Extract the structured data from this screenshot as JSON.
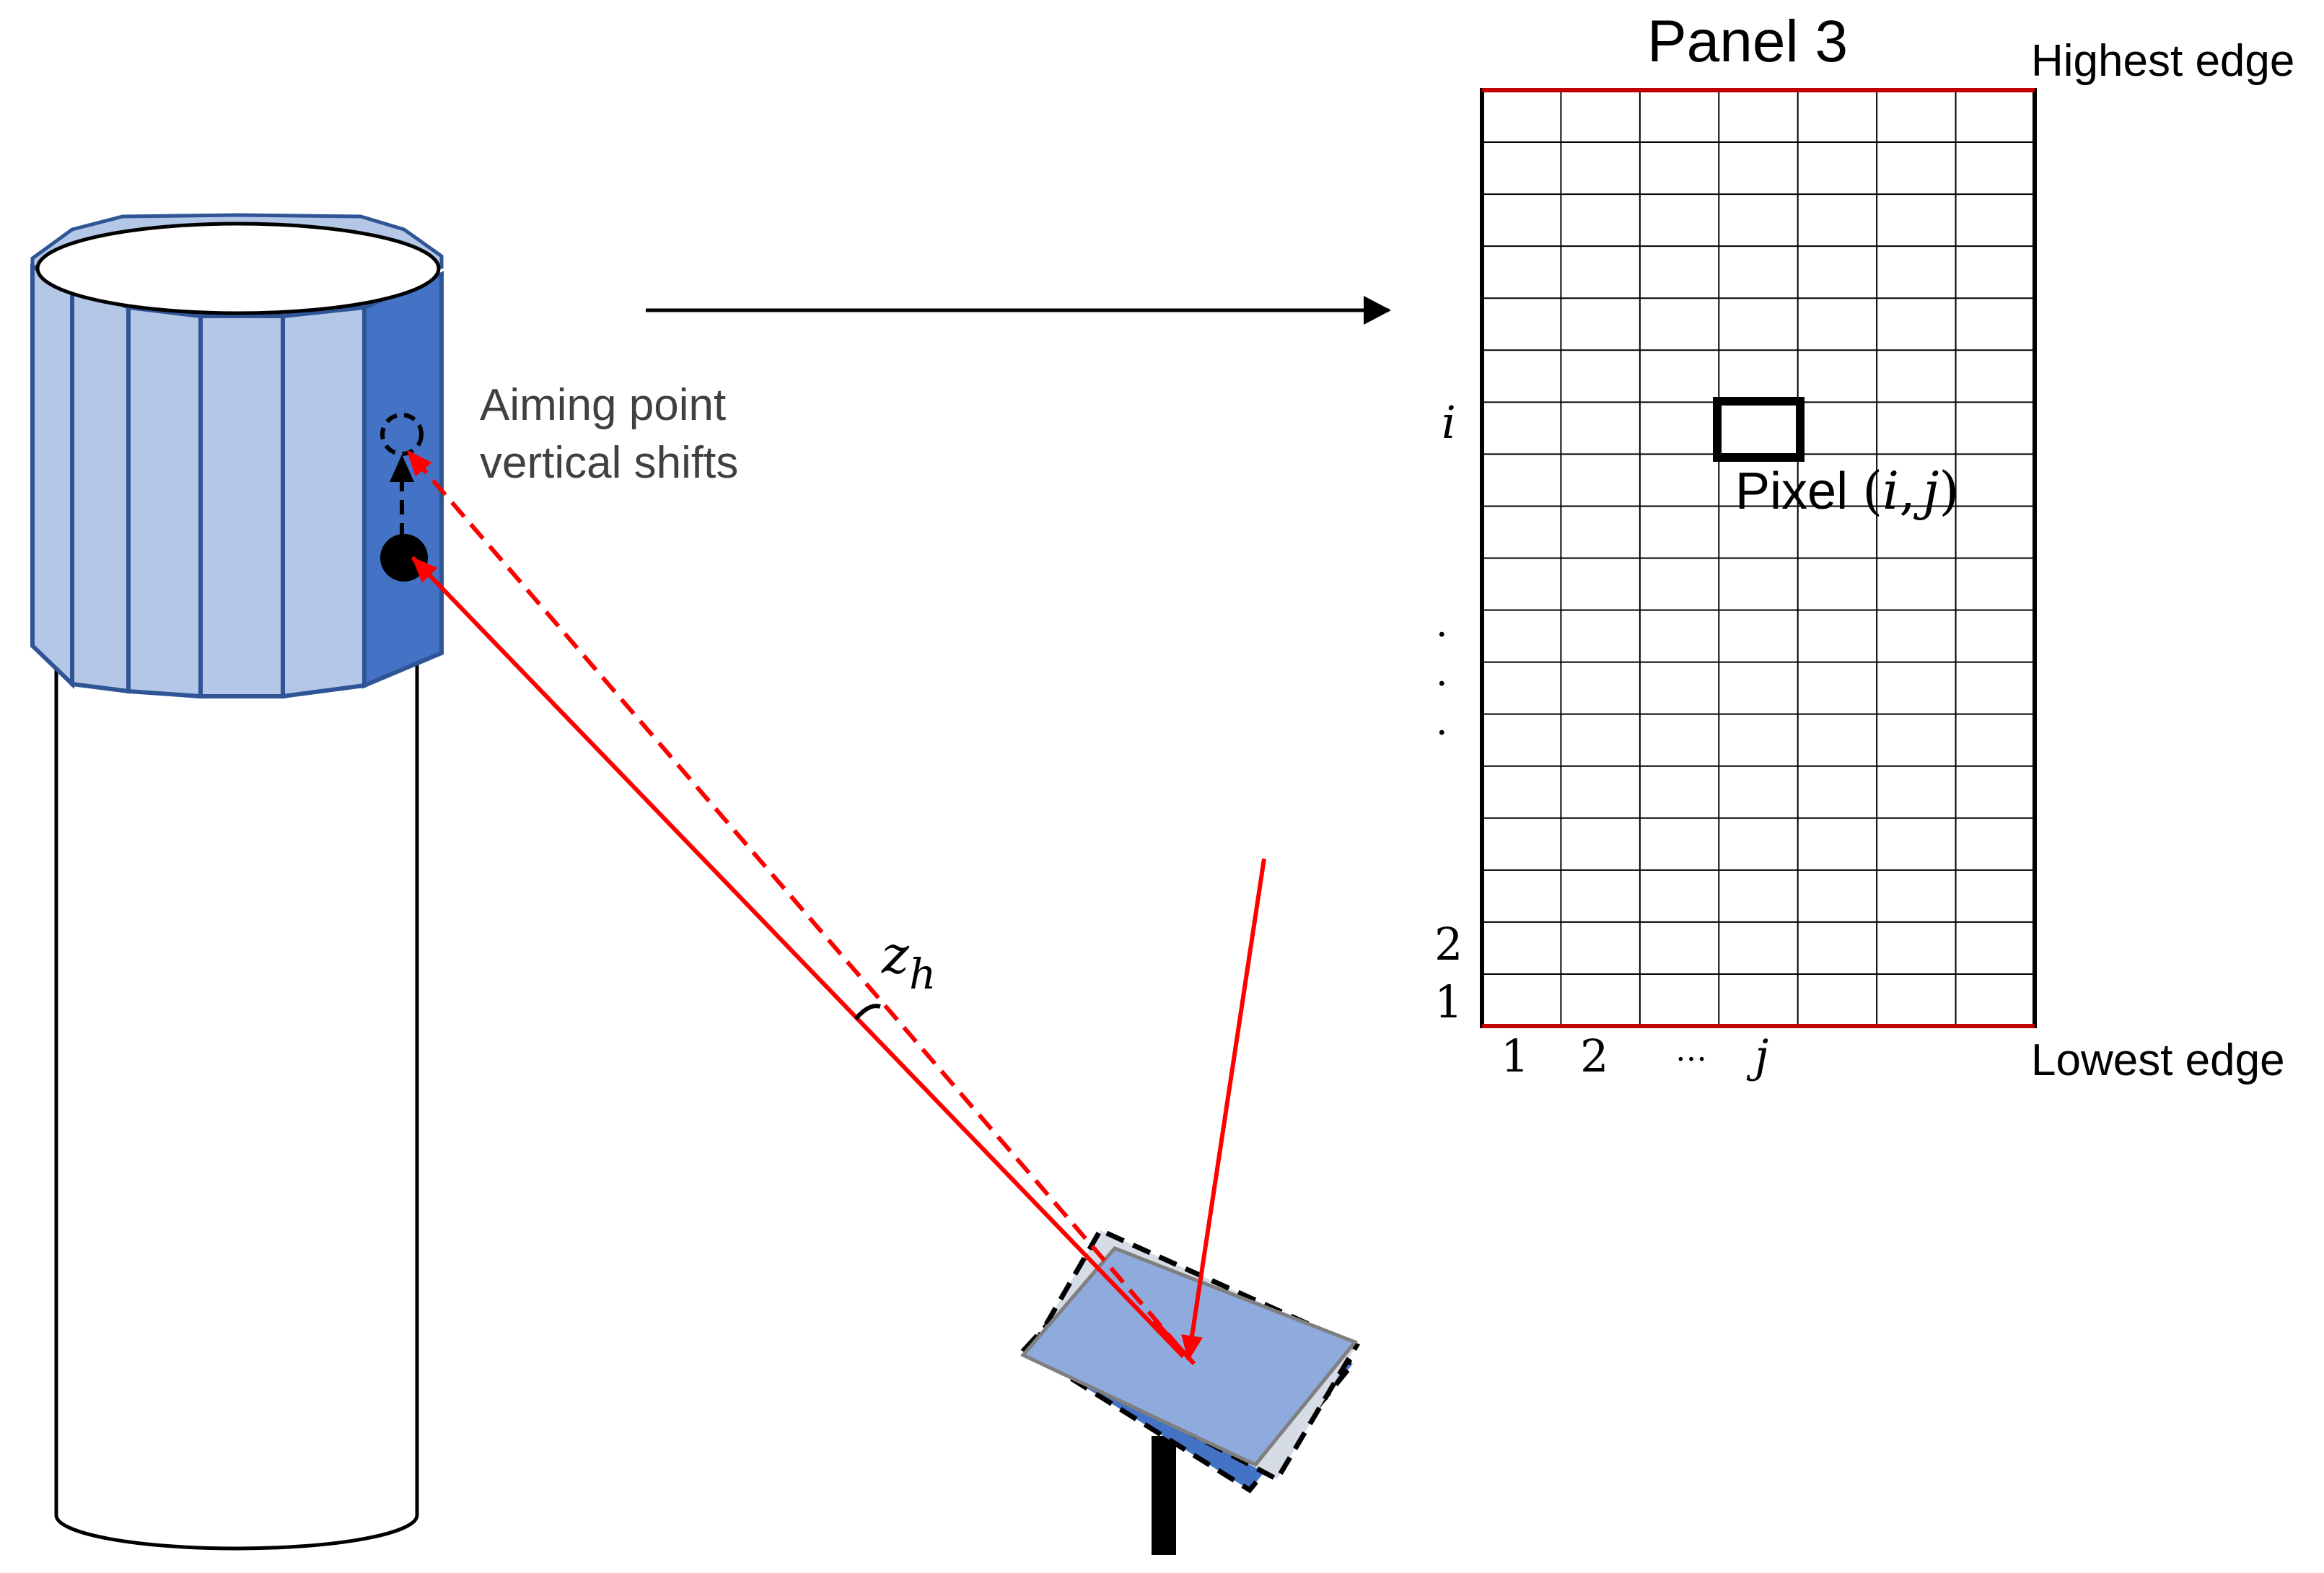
{
  "panel": {
    "title": "Panel 3",
    "highest_edge_label": "Highest edge",
    "lowest_edge_label": "Lowest edge",
    "rows": 18,
    "cols": 7,
    "row_labels": {
      "top": "i",
      "dots": ".",
      "second": "2",
      "first": "1"
    },
    "col_labels": {
      "first": "1",
      "second": "2",
      "ellipsis": "…",
      "last": "j"
    },
    "pixel_label": {
      "prefix": "Pixel ",
      "open": "(",
      "var_i": "i",
      "comma": ",",
      "var_j": "j",
      "close": ")"
    }
  },
  "receiver": {
    "annotation_line1": "Aiming point",
    "annotation_line2": "vertical shifts"
  },
  "angle": {
    "symbol": "z",
    "subscript": "h"
  },
  "colors": {
    "panel_light": "#b4c7e7",
    "panel_dark": "#4472c4",
    "panel_outline": "#2f5597",
    "ray": "#ff0000",
    "edge": "#c00000",
    "mirror_fill": "#8faadc",
    "mirror_shadow": "#d6dce5"
  }
}
